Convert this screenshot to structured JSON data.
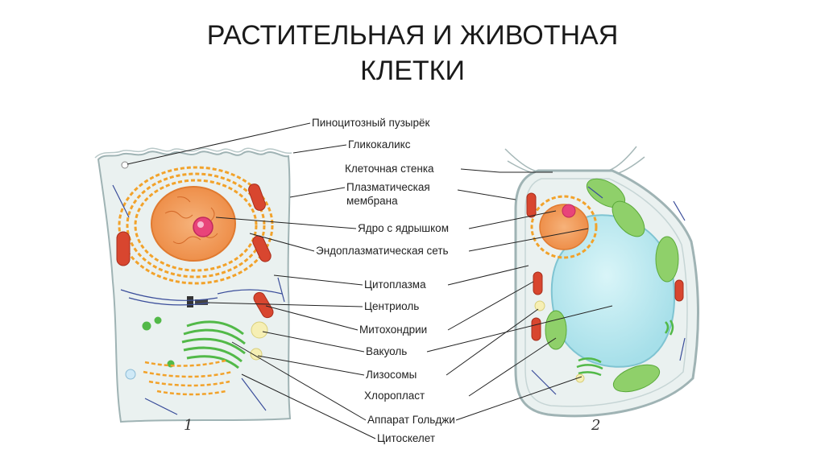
{
  "title_line1": "РАСТИТЕЛЬНАЯ И ЖИВОТНАЯ",
  "title_line2": "КЛЕТКИ",
  "labels": {
    "pinocytic": "Пиноцитозный пузырёк",
    "glycocalyx": "Гликокаликс",
    "cell_wall": "Клеточная стенка",
    "plasma_membrane_1": "Плазматическая",
    "plasma_membrane_2": "мембрана",
    "nucleus": "Ядро с ядрышком",
    "er": "Эндоплазматическая сеть",
    "cytoplasm": "Цитоплазма",
    "centriole": "Центриоль",
    "mitochondria": "Митохондрии",
    "vacuole": "Вакуоль",
    "lysosomes": "Лизосомы",
    "chloroplast": "Хлоропласт",
    "golgi": "Аппарат Гольджи",
    "cytoskeleton": "Цитоскелет"
  },
  "figure_numbers": {
    "animal": "1",
    "plant": "2"
  },
  "colors": {
    "cytoplasm": "#e9f1ef",
    "membrane": "#9fb3b4",
    "nucleus": "#f1a46a",
    "nucleolus": "#e8447a",
    "er": "#f2a22a",
    "mitochondria": "#d8462f",
    "golgi": "#52b948",
    "vacuole": "#bfe9f0",
    "chloroplast": "#8fd06a",
    "lysosome": "#f6efb4",
    "cytoskeleton": "#3a4d9a"
  }
}
